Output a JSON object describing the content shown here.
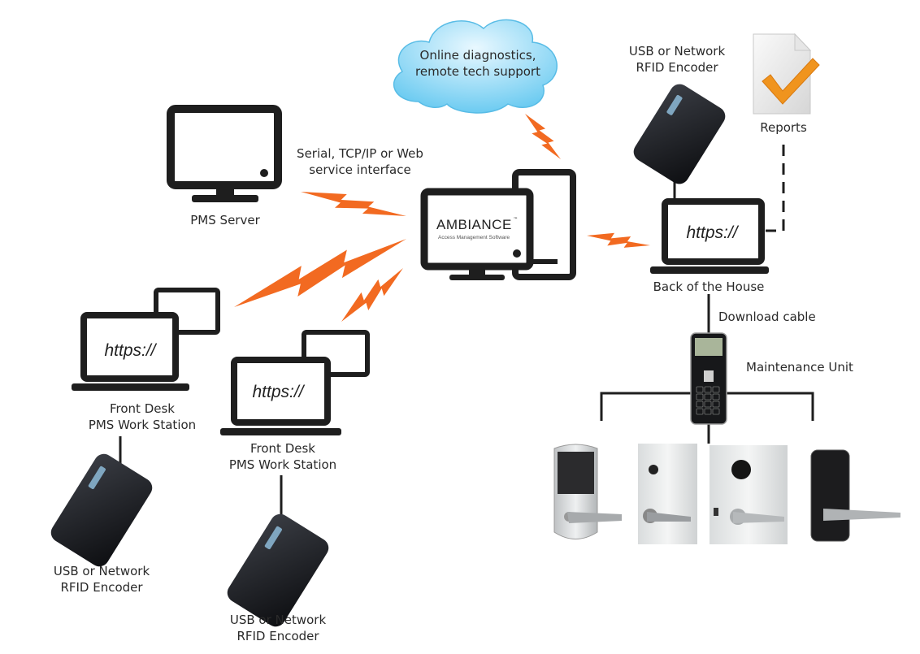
{
  "cloud": {
    "line1": "Online diagnostics,",
    "line2": "remote tech support"
  },
  "pms_server": {
    "label": "PMS Server",
    "icon": "monitor-icon"
  },
  "interface": {
    "line1": "Serial, TCP/IP or Web",
    "line2": "service interface"
  },
  "ambiance": {
    "brand": "AMBIANCE",
    "tm": "™",
    "subtitle": "Access Management Software"
  },
  "encoder_top": {
    "line1": "USB or Network",
    "line2": "RFID Encoder"
  },
  "reports": {
    "label": "Reports",
    "icon": "report-checkmark-icon"
  },
  "back_of_house": {
    "url": "https://",
    "label": "Back of the House"
  },
  "download_cable": {
    "label": "Download cable"
  },
  "maintenance_unit": {
    "label": "Maintenance Unit"
  },
  "front_desk_1": {
    "url": "https://",
    "line1": "Front Desk",
    "line2": "PMS Work Station"
  },
  "front_desk_2": {
    "url": "https://",
    "line1": "Front Desk",
    "line2": "PMS Work Station"
  },
  "encoder_left": {
    "line1": "USB or Network",
    "line2": "RFID Encoder"
  },
  "encoder_mid": {
    "line1": "USB or Network",
    "line2": "RFID Encoder"
  },
  "colors": {
    "bolt": "#f26a21",
    "device": "#1e1e1e",
    "cloud": "#7fd0f2",
    "check": "#f0941e"
  }
}
